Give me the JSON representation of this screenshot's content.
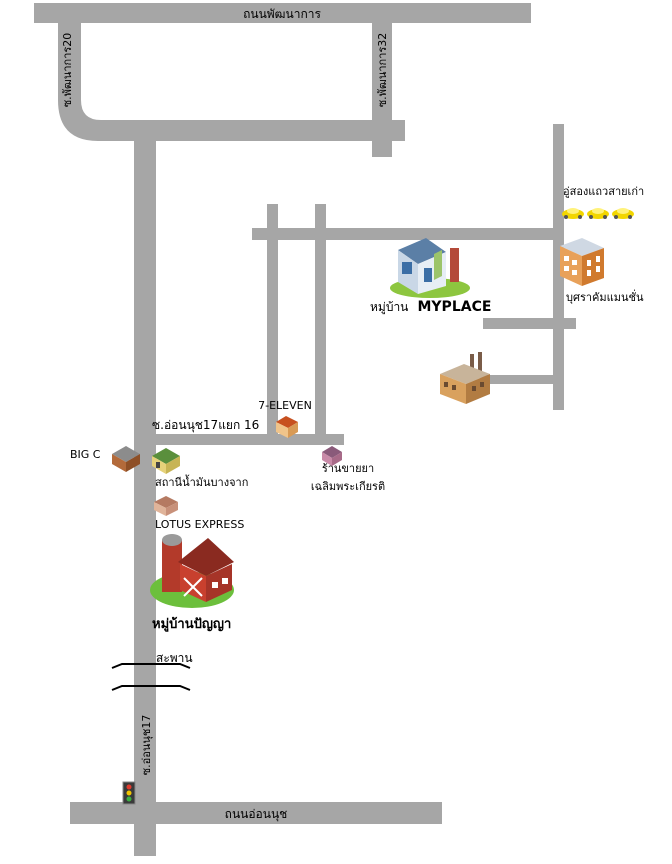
{
  "roads": {
    "top": "ถนนพัฒนาการ",
    "soi20": "ซ.พัฒนาการ20",
    "soi32": "ซ.พัฒนาการ32",
    "onnut17": "ซ.อ่อนนุช17",
    "onnut17_16": "ซ.อ่อนนุช17แยก 16",
    "bottom": "ถนนอ่อนนุช"
  },
  "places": {
    "seven_eleven": "7-ELEVEN",
    "big_c": "BIG C",
    "nursery": "สถานีน้ำมันบางจาก",
    "lotus": "LOTUS EXPRESS",
    "village_banyaa": "หมู่บ้านปัญญา",
    "bridge": "สะพาน",
    "pharmacy_line1": "ร้านขายยา",
    "pharmacy_line2": "เฉลิมพระเกียรติ",
    "songthaew": "อู่สองแถวสายเก่า",
    "mansion": "บุศราคัมแมนชั่น",
    "myplace_prefix": "หมู่บ้าน",
    "myplace_name": "MYPLACE"
  },
  "colors": {
    "road": "#a6a6a6",
    "text": "#000000"
  }
}
